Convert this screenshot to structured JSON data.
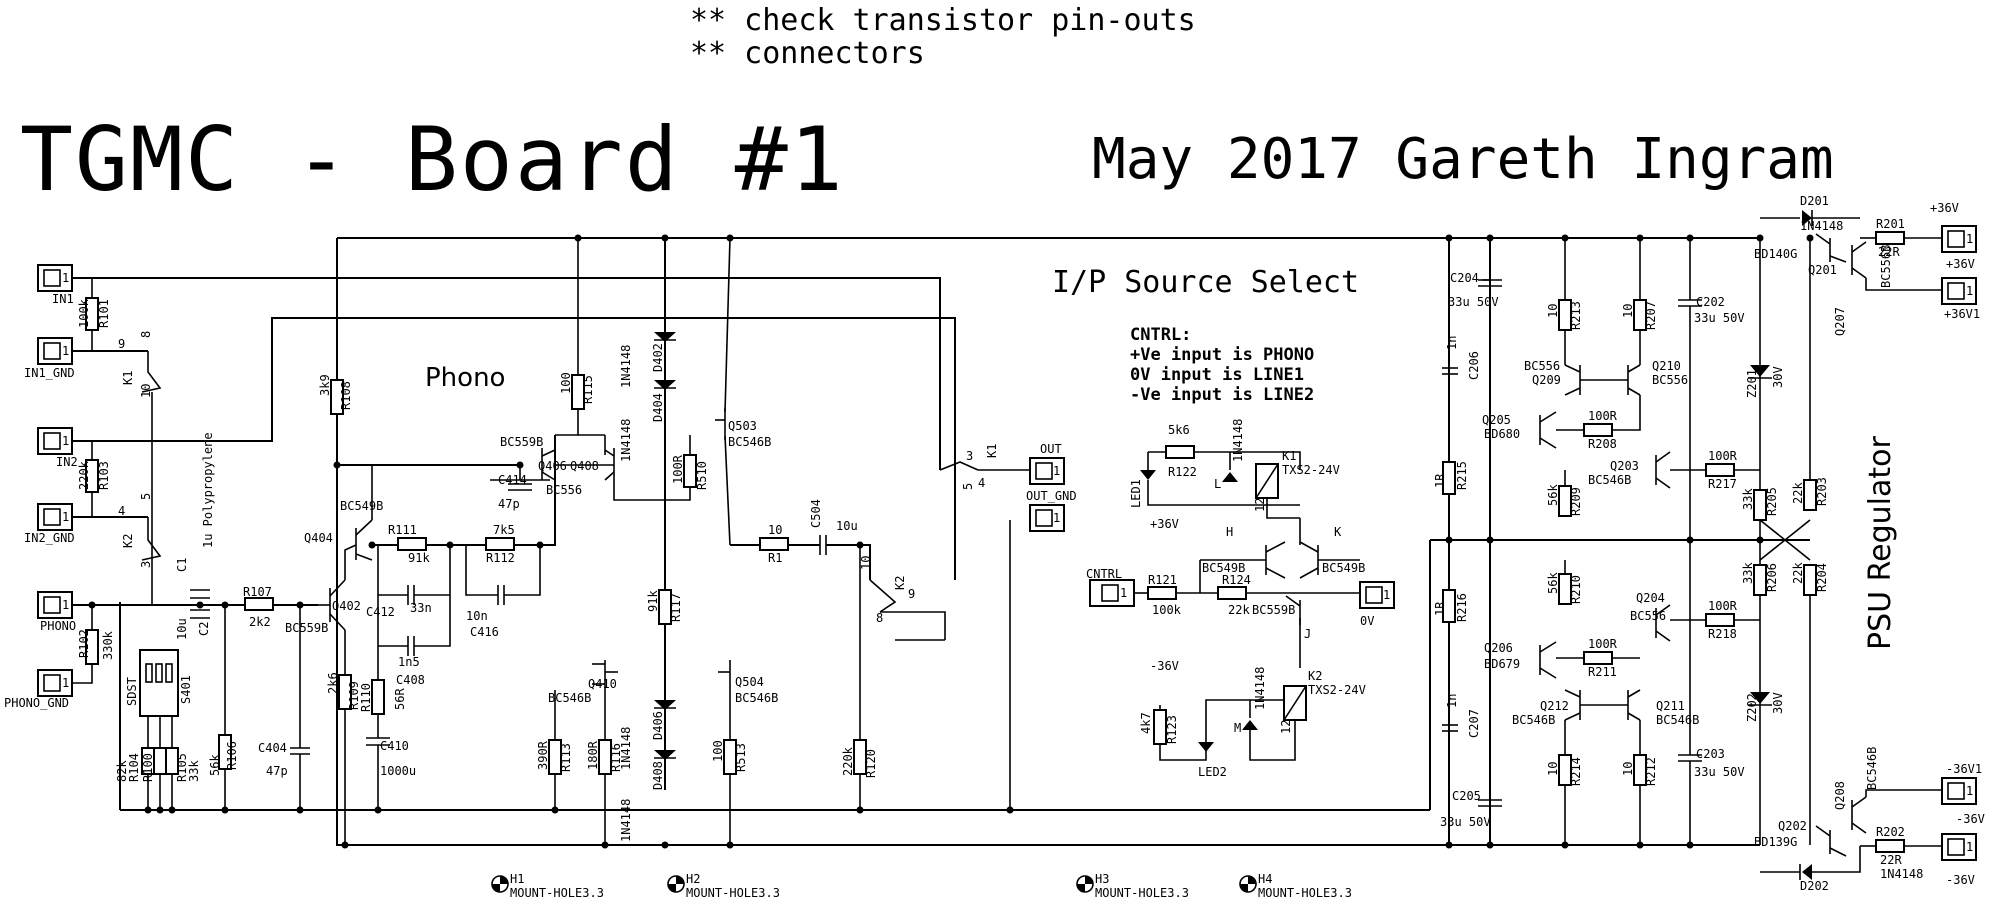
{
  "notes": [
    "** check transistor pin-outs",
    "** connectors"
  ],
  "title": "TGMC - Board #1",
  "subtitle": "May 2017 Gareth Ingram",
  "sections": {
    "phono": "Phono",
    "source_select": "I/P Source Select",
    "psu": "PSU Regulator"
  },
  "cntrl": {
    "heading": "CNTRL:",
    "lines": [
      "+Ve input is PHONO",
      "0V  input is LINE1",
      "-Ve input is LINE2"
    ]
  },
  "connectors": {
    "in1": "IN1",
    "in1_gnd": "IN1_GND",
    "in2": "IN2",
    "in2_gnd": "IN2_GND",
    "phono": "PHONO",
    "phono_gnd": "PHONO_GND",
    "out": "OUT",
    "out_gnd": "OUT_GND",
    "cntrl": "CNTRL",
    "zero_v": "0V",
    "p36": "+36V",
    "p36v1": "+36V1",
    "m36": "-36V",
    "m36v1": "-36V1",
    "pin": "1"
  },
  "labels": {
    "r101": "R101",
    "v100k": "100k",
    "r103": "R103",
    "v220k": "220k",
    "k1": "K1",
    "k2": "K2",
    "p9": "9",
    "p8": "8",
    "p10": "10",
    "p4": "4",
    "p5": "5",
    "p3": "3",
    "r102": "R102",
    "v330k": "330k",
    "c1": "C1",
    "c2": "C2",
    "v10u": "10u",
    "poly": "1u Polypropylene",
    "s401": "S401",
    "sdst": "SDST",
    "r104": "R104",
    "v82k": "82k",
    "r100": "R100",
    "v82k2": "82k",
    "r105": "R105",
    "v33k": "33k",
    "r106": "R106",
    "v56k": "56k",
    "r107": "R107",
    "v2k2": "2k2",
    "q402": "Q402",
    "bc559b": "BC559B",
    "r108": "R108",
    "v3k9": "3k9",
    "q404": "Q404",
    "bc549b": "BC549B",
    "r109": "R109",
    "v2k6": "2k6",
    "c404": "C404",
    "v47p": "47p",
    "r111": "R111",
    "v91k": "91k",
    "c412": "C412",
    "v33n": "33n",
    "c408": "C408",
    "v1n5": "1n5",
    "r110": "R110",
    "v56r": "56R",
    "c410": "C410",
    "v1000u": "1000u",
    "r112": "R112",
    "v7k5": "7k5",
    "c416": "C416",
    "v10n": "10n",
    "r115": "R115",
    "v100": "100",
    "q406": "Q406",
    "q408": "Q408",
    "bc556": "BC556",
    "c414": "C414",
    "v47p2": "47p",
    "d402": "D402",
    "d404": "D404",
    "n4148": "1N4148",
    "r510": "R510",
    "v100r": "100R",
    "q503": "Q503",
    "bc546b": "BC546B",
    "r117": "R117",
    "v91k2": "91k",
    "q410": "Q410",
    "q504": "Q504",
    "d406": "D406",
    "d408": "D408",
    "r113": "R113",
    "v390r": "390R",
    "r116": "R116",
    "v180r": "180R",
    "r513": "R513",
    "v100b": "100",
    "r1": "R1",
    "v10": "10",
    "c504": "C504",
    "v10u2": "10u",
    "r120": "R120",
    "v220k2": "220k",
    "v5k6": "5k6",
    "r122": "R122",
    "led1": "LED1",
    "led2": "LED2",
    "txs2": "TXS2-24V",
    "p36b": "+36V",
    "m36b": "-36V",
    "r121": "R121",
    "v100k2": "100k",
    "r124": "R124",
    "v22k": "22k",
    "bc549b2": "BC549B",
    "bc559b2": "BC559B",
    "h": "H",
    "j": "J",
    "kk": "K",
    "l": "L",
    "m": "M",
    "r123": "R123",
    "v4k7": "4k7",
    "v12": "12",
    "c204": "C204",
    "v33u50": "33u 50V",
    "c206": "C206",
    "v1n": "1n",
    "r215": "R215",
    "r216": "R216",
    "v1r": "1R",
    "c207": "C207",
    "c205": "C205",
    "r213": "R213",
    "r207": "R207",
    "c202": "C202",
    "q209": "Q209",
    "q210": "Q210",
    "q205": "Q205",
    "bd680": "BD680",
    "r208": "R208",
    "q203": "Q203",
    "r209": "R209",
    "r217": "R217",
    "z201": "Z201",
    "v30v": "30V",
    "r205": "R205",
    "r203": "R203",
    "r210": "R210",
    "q204": "Q204",
    "r218": "R218",
    "r206": "R206",
    "r204": "R204",
    "q206": "Q206",
    "bd679": "BD679",
    "r211": "R211",
    "z202": "Z202",
    "q212": "Q212",
    "q211": "Q211",
    "r214": "R214",
    "r212": "R212",
    "c203": "C203",
    "d201": "D201",
    "bd140g": "BD140G",
    "q201": "Q201",
    "bc556b": "BC556B",
    "r201": "R201",
    "v22r": "22R",
    "q207": "Q207",
    "q208": "Q208",
    "bd139g": "BD139G",
    "q202": "Q202",
    "r202": "R202",
    "d202": "D202"
  },
  "mount_holes": [
    "H1",
    "H2",
    "H3",
    "H4"
  ],
  "mount_hole_type": "MOUNT-HOLE3.3"
}
